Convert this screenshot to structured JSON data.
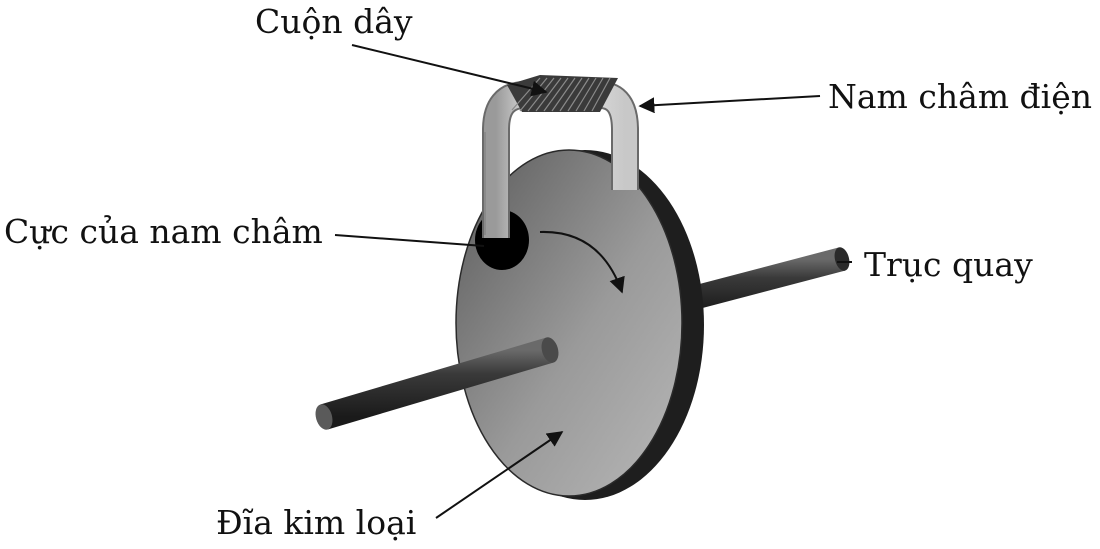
{
  "labels": {
    "coil": "Cuộn dây",
    "electromagnet": "Nam châm điện",
    "magnet_pole": "Cực của nam châm",
    "axle": "Trục quay",
    "metal_disc": "Đĩa kim loại"
  },
  "colors": {
    "disc_face_light": "#b0b0b0",
    "disc_face_dark": "#4a4a4a",
    "disc_rim": "#1e1e1e",
    "axle": "#333333",
    "magnet_core": "#e6e6e6",
    "coil": "#3a3a3a",
    "pole_hole": "#000000",
    "text_and_arrows": "#111111"
  }
}
